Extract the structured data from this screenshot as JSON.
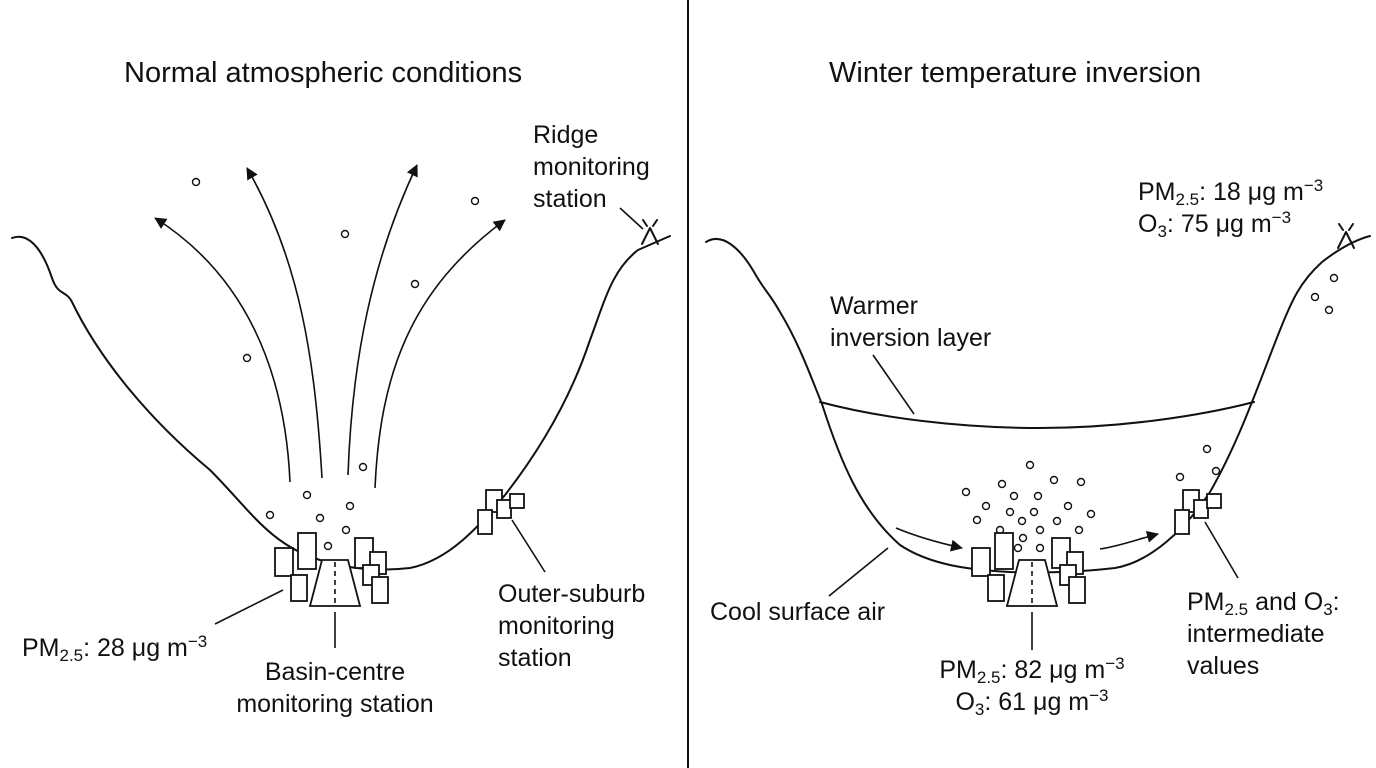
{
  "left": {
    "title": "Normal atmospheric conditions",
    "ridge_label": [
      "Ridge",
      "monitoring",
      "station"
    ],
    "centre_label": [
      "Basin-centre",
      "monitoring station"
    ],
    "suburb_label": [
      "Outer-suburb",
      "monitoring",
      "station"
    ],
    "centre_reading": {
      "pollutant": "PM",
      "subscript": "2.5",
      "value": ": 28 μg m",
      "exponent": "−3"
    }
  },
  "right": {
    "title": "Winter temperature inversion",
    "inversion_label": [
      "Warmer",
      "inversion layer"
    ],
    "surface_label": "Cool surface air",
    "ridge_readings": [
      {
        "pollutant": "PM",
        "subscript": "2.5",
        "value": ": 18 μg m",
        "exponent": "−3"
      },
      {
        "pollutant": "O",
        "subscript": "3",
        "value": ": 75 μg m",
        "exponent": "−3"
      }
    ],
    "centre_readings": [
      {
        "pollutant": "PM",
        "subscript": "2.5",
        "value": ": 82 μg m",
        "exponent": "−3"
      },
      {
        "pollutant": "O",
        "subscript": "3",
        "value": ": 61 μg m",
        "exponent": "−3"
      }
    ],
    "suburb_label": {
      "pm": "PM",
      "pm_sub": "2.5",
      "and": " and O",
      "o3_sub": "3",
      "colon": ":",
      "line2": "intermediate",
      "line3": "values"
    }
  }
}
